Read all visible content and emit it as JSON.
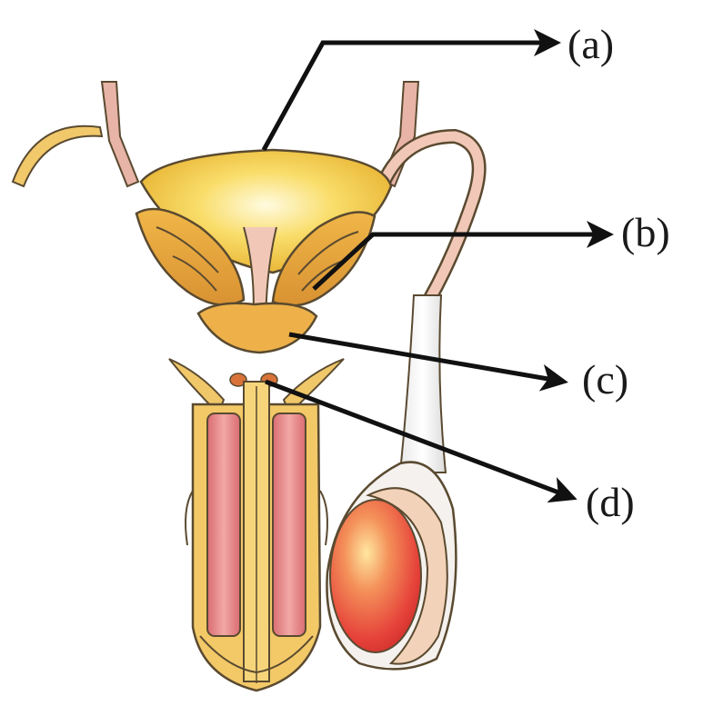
{
  "labels": {
    "a": "(a)",
    "b": "(b)",
    "c": "(c)",
    "d": "(d)"
  },
  "colors": {
    "bladder": "#f4c842",
    "bladder_highlight": "#fff8c8",
    "gland": "#e8a83a",
    "duct_pink": "#e8b4a8",
    "tissue_pink": "#e58a8a",
    "testis_red": "#e8453a",
    "testis_highlight": "#ffe08a",
    "outline": "#5a4a30",
    "arrow": "#111111"
  }
}
